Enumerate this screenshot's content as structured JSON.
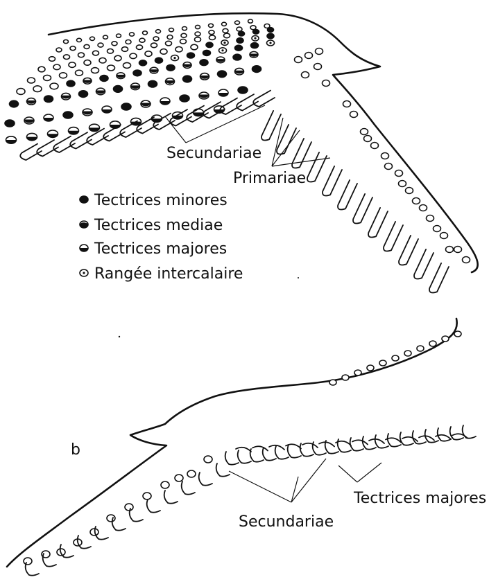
{
  "figure_a": {
    "labels": {
      "secundariae": "Secundariae",
      "primariae": "Primariae"
    },
    "legend": [
      {
        "symbol": "filled",
        "label": "Tectrices minores"
      },
      {
        "symbol": "mostly-filled",
        "label": "Tectrices mediae"
      },
      {
        "symbol": "half-filled",
        "label": "Tectrices majores"
      },
      {
        "symbol": "center-dot",
        "label": "Rangée intercalaire"
      }
    ]
  },
  "figure_b": {
    "panel_letter": "b",
    "labels": {
      "tectrices_majores": "Tectrices majores",
      "secundariae": "Secundariae"
    }
  },
  "colors": {
    "ink": "#111111",
    "paper": "#ffffff"
  }
}
